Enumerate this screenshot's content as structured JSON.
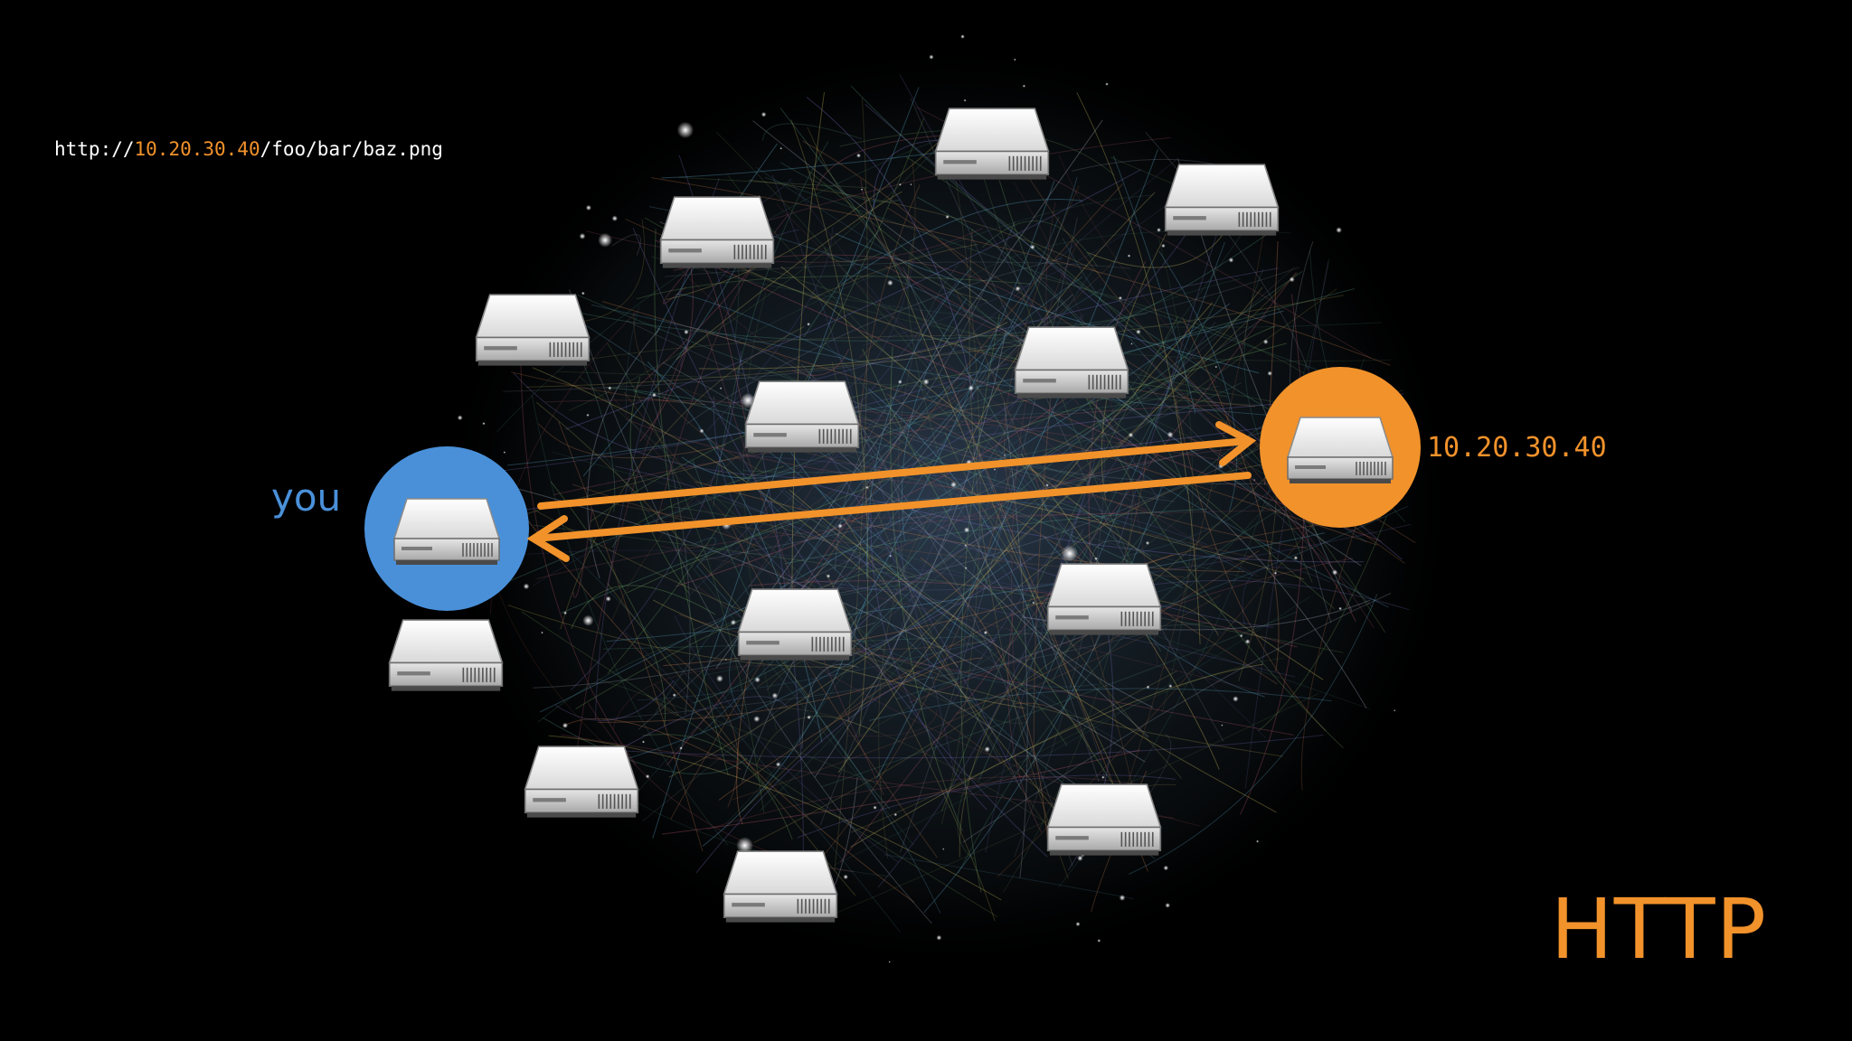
{
  "url": {
    "scheme": "http://",
    "host": "10.20.30.40",
    "path": "/foo/bar/baz.png"
  },
  "labels": {
    "you": "you",
    "destination_ip": "10.20.30.40",
    "protocol": "HTTP"
  },
  "colors": {
    "background": "#000000",
    "accent_orange": "#f2922b",
    "you_blue": "#4a90d9",
    "url_text": "#ffffff"
  },
  "icons": {
    "node": "server-icon",
    "request": "request-arrow",
    "response": "response-arrow"
  }
}
